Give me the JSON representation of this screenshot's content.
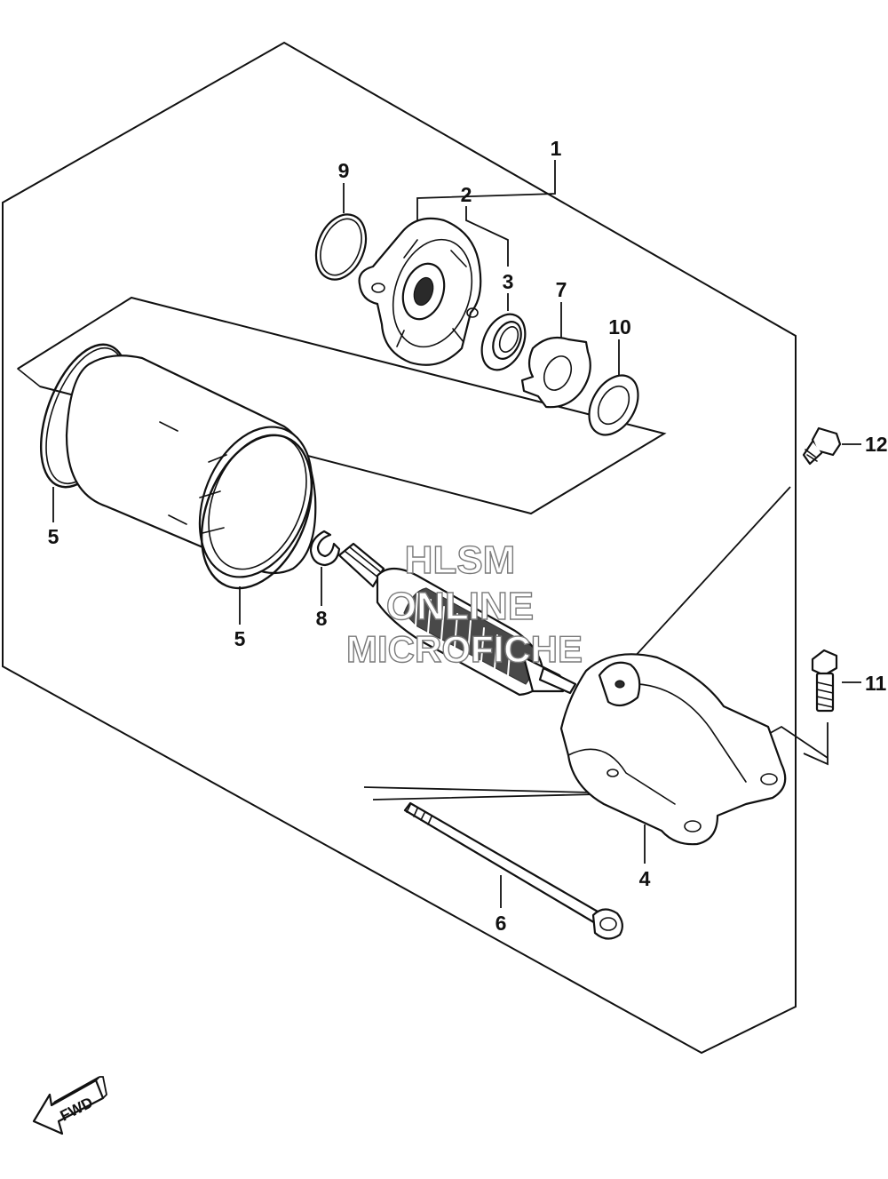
{
  "callouts": {
    "c1": "1",
    "c2": "2",
    "c3": "3",
    "c4": "4",
    "c5a": "5",
    "c5b": "5",
    "c6": "6",
    "c7": "7",
    "c8": "8",
    "c9": "9",
    "c10": "10",
    "c11": "11",
    "c12": "12"
  },
  "watermark": {
    "line1": "HLSM",
    "line2": "ONLINE",
    "line3": "MICROFICHE"
  },
  "fwd_label": "FWD",
  "colors": {
    "ink": "#111111",
    "background": "#ffffff",
    "watermark_outline": "#7a7a7a"
  }
}
